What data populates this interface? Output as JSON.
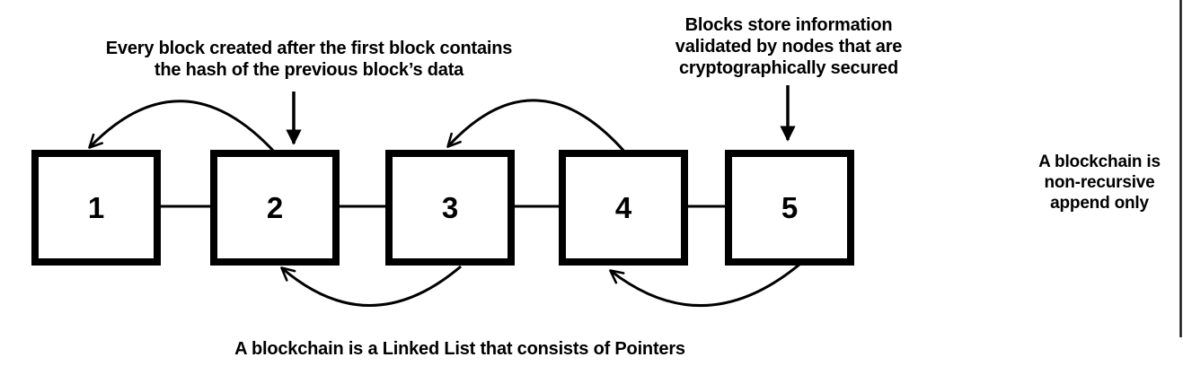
{
  "diagram": {
    "blocks": [
      {
        "label": "1"
      },
      {
        "label": "2"
      },
      {
        "label": "3"
      },
      {
        "label": "4"
      },
      {
        "label": "5"
      }
    ],
    "annotations": {
      "hash_note": {
        "lines": [
          "Every block created after the first block contains",
          "the hash of the previous block’s data"
        ]
      },
      "validation_note": {
        "lines": [
          "Blocks store information",
          "validated by nodes that are",
          "cryptographically secured"
        ]
      },
      "append_only_note": {
        "lines": [
          "A blockchain is",
          "non-recursive",
          "append only"
        ]
      },
      "caption": "A blockchain is a Linked List that consists of Pointers"
    },
    "colors": {
      "ink": "#000000",
      "background": "#ffffff"
    }
  }
}
